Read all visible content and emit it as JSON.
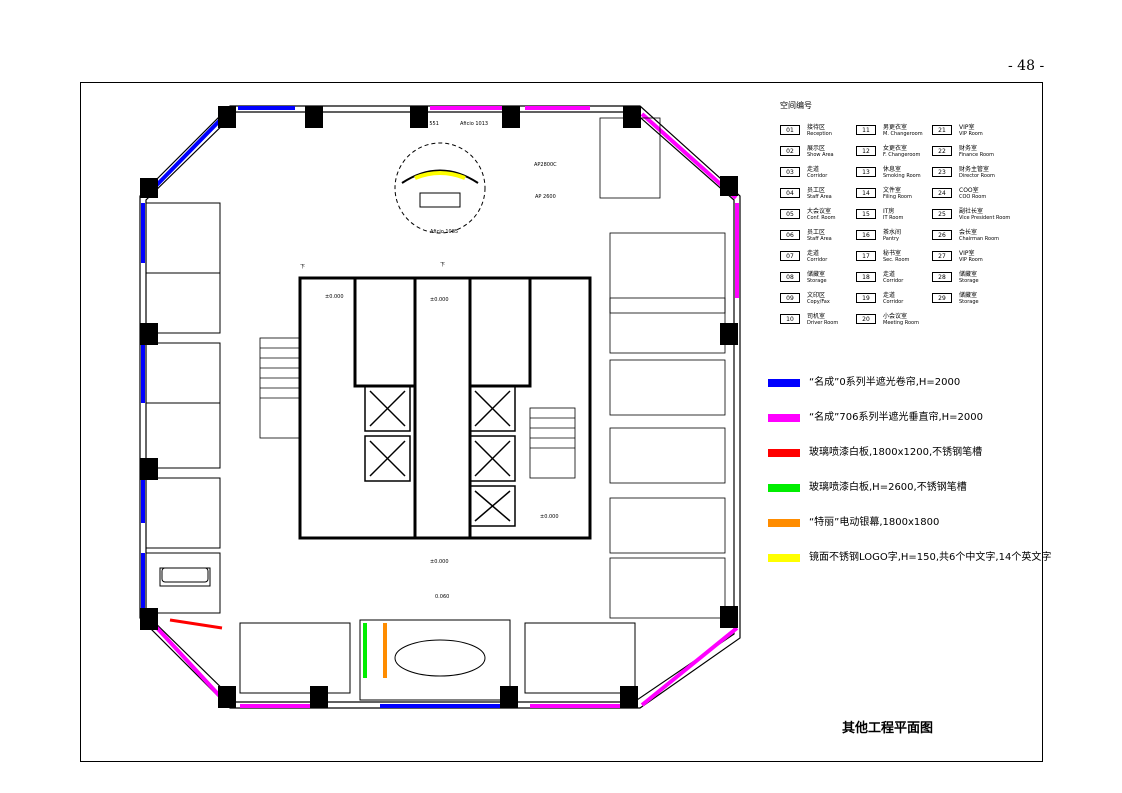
{
  "page_number": "- 48 -",
  "drawing_title": "其他工程平面图",
  "legend": {
    "title": "空间编号",
    "rooms": [
      {
        "num": "01",
        "cn": "接待区",
        "en": "Reception"
      },
      {
        "num": "02",
        "cn": "展示区",
        "en": "Show Area"
      },
      {
        "num": "03",
        "cn": "走道",
        "en": "Corridor"
      },
      {
        "num": "04",
        "cn": "员工区",
        "en": "Staff Area"
      },
      {
        "num": "05",
        "cn": "大会议室",
        "en": "Conf. Room"
      },
      {
        "num": "06",
        "cn": "员工区",
        "en": "Staff Area"
      },
      {
        "num": "07",
        "cn": "走道",
        "en": "Corridor"
      },
      {
        "num": "08",
        "cn": "储藏室",
        "en": "Storage"
      },
      {
        "num": "09",
        "cn": "文印区",
        "en": "Copy/Fax"
      },
      {
        "num": "10",
        "cn": "司机室",
        "en": "Driver Room"
      },
      {
        "num": "11",
        "cn": "男更衣室",
        "en": "M. Changeroom"
      },
      {
        "num": "12",
        "cn": "女更衣室",
        "en": "F. Changeroom"
      },
      {
        "num": "13",
        "cn": "休息室",
        "en": "Smoking Room"
      },
      {
        "num": "14",
        "cn": "文件室",
        "en": "Filing Room"
      },
      {
        "num": "15",
        "cn": "IT房",
        "en": "IT Room"
      },
      {
        "num": "16",
        "cn": "茶水间",
        "en": "Pantry"
      },
      {
        "num": "17",
        "cn": "秘书室",
        "en": "Sec. Room"
      },
      {
        "num": "18",
        "cn": "走道",
        "en": "Corridor"
      },
      {
        "num": "19",
        "cn": "走道",
        "en": "Corridor"
      },
      {
        "num": "20",
        "cn": "小会议室",
        "en": "Meeting Room"
      },
      {
        "num": "21",
        "cn": "VIP室",
        "en": "VIP Room"
      },
      {
        "num": "22",
        "cn": "财务室",
        "en": "Finance Room"
      },
      {
        "num": "23",
        "cn": "财务主管室",
        "en": "Director Room"
      },
      {
        "num": "24",
        "cn": "COO室",
        "en": "COO Room"
      },
      {
        "num": "25",
        "cn": "副社长室",
        "en": "Vice President Room"
      },
      {
        "num": "26",
        "cn": "会长室",
        "en": "Chairman Room"
      },
      {
        "num": "27",
        "cn": "VIP室",
        "en": "VIP Room"
      },
      {
        "num": "28",
        "cn": "储藏室",
        "en": "Storage"
      },
      {
        "num": "29",
        "cn": "储藏室",
        "en": "Storage"
      }
    ],
    "materials": [
      {
        "color": "#0000ff",
        "label": "“名成”0系列半遮光卷帘,H=2000"
      },
      {
        "color": "#ff00ff",
        "label": "“名成”706系列半遮光垂直帘,H=2000"
      },
      {
        "color": "#ff0000",
        "label": "玻璃喷漆白板,1800x1200,不锈钢笔槽"
      },
      {
        "color": "#00ee00",
        "label": "玻璃喷漆白板,H=2600,不锈钢笔槽"
      },
      {
        "color": "#ff8c00",
        "label": "“特丽”电动银幕,1800x1800"
      },
      {
        "color": "#ffff00",
        "label": "镜面不锈钢LOGO字,H=150,共6个中文字,14个英文字"
      }
    ]
  },
  "plan_labels": {
    "printer_1": "Aficio 551",
    "printer_2": "Aficio 1013",
    "printer_3": "Aficio 1085",
    "ap_1": "AP2800C",
    "ap_2": "AP 2600",
    "level": "±0.000",
    "level_2": "0.060",
    "down": "下"
  }
}
